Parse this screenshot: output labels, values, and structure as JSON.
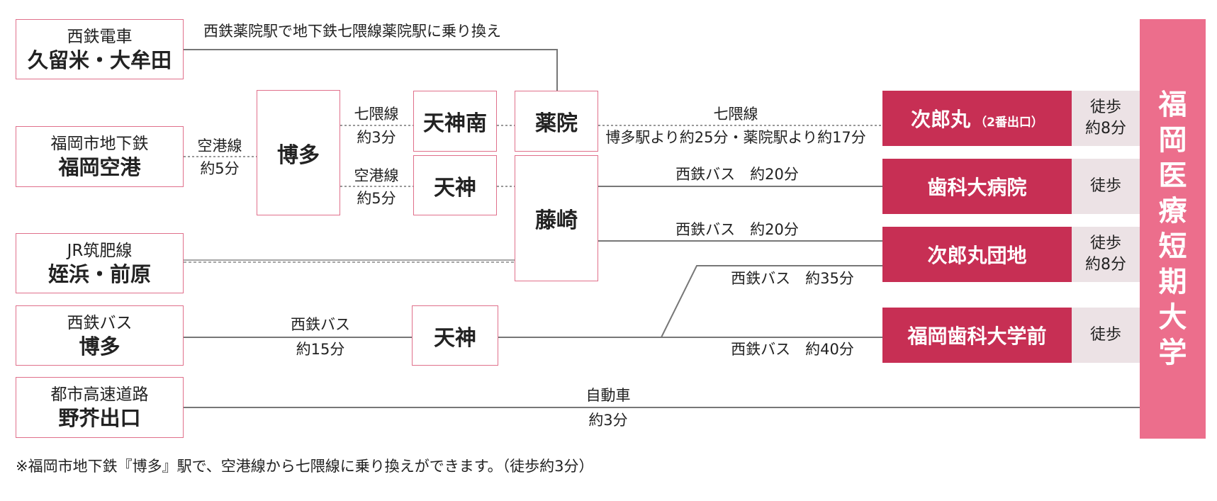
{
  "origins": {
    "kurume": {
      "line": "西鉄電車",
      "station": "久留米・大牟田"
    },
    "airport": {
      "line": "福岡市地下鉄",
      "station": "福岡空港"
    },
    "meinohama": {
      "line": "JR筑肥線",
      "station": "姪浜・前原"
    },
    "bus_hakata": {
      "line": "西鉄バス",
      "station": "博多"
    },
    "highway": {
      "line": "都市高速道路",
      "station": "野芥出口"
    }
  },
  "stations": {
    "hakata": "博多",
    "tenjin_minami": "天神南",
    "yakuin": "薬院",
    "tenjin_subway": "天神",
    "fujisaki": "藤崎",
    "tenjin_bus": "天神"
  },
  "destinations": {
    "jirómaru": {
      "name": "次郎丸",
      "note": "（2番出口）",
      "walk1": "徒歩",
      "walk2": "約8分"
    },
    "dental_hospital": {
      "name": "歯科大病院",
      "walk1": "徒歩"
    },
    "jiromaru_danchi": {
      "name": "次郎丸団地",
      "walk1": "徒歩",
      "walk2": "約8分"
    },
    "dental_univ_mae": {
      "name": "福岡歯科大学前",
      "walk1": "徒歩"
    }
  },
  "university": [
    "福",
    "岡",
    "医",
    "療",
    "短",
    "期",
    "大",
    "学"
  ],
  "labels": {
    "transfer_yakuin": "西鉄薬院駅で地下鉄七隈線薬院駅に乗り換え",
    "airport_line": "空港線",
    "airport_time": "約5分",
    "nanakuma_line": "七隈線",
    "nanakuma_time": "約3分",
    "kuko_line2": "空港線",
    "kuko_time2": "約5分",
    "nanakuma_main": "七隈線",
    "nanakuma_detail": "博多駅より約25分・薬院駅より約17分",
    "bus_20a": "西鉄バス　約20分",
    "bus_20b": "西鉄バス　約20分",
    "bus_35": "西鉄バス　約35分",
    "bus_40": "西鉄バス　約40分",
    "bus_hakata_line": "西鉄バス",
    "bus_hakata_time": "約15分",
    "car_mode": "自動車",
    "car_time": "約3分"
  },
  "footnote": "※福岡市地下鉄『博多』駅で、空港線から七隈線に乗り換えができます。（徒歩約3分）",
  "colors": {
    "box_border": "#e0708b",
    "destination_bg": "#c72f54",
    "walk_bg": "#ece2e5",
    "university_bg": "#ec6e8c",
    "line": "#777777"
  }
}
